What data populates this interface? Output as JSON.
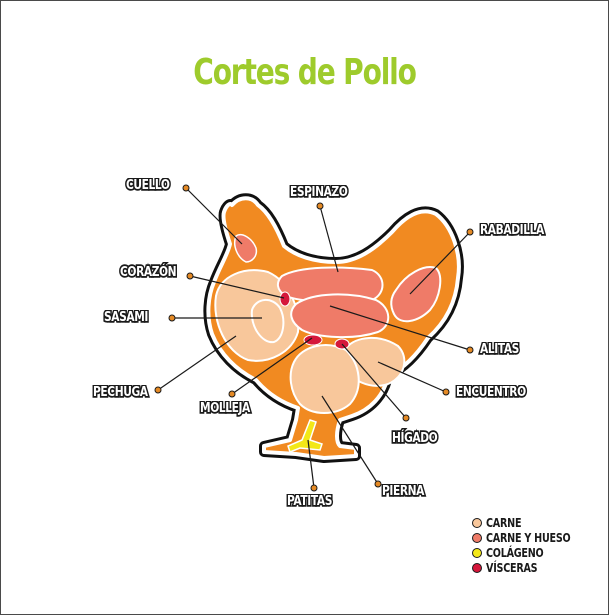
{
  "title": "Cortes de Pollo",
  "colors": {
    "title": "#9ecb2c",
    "body_orange": "#f18a21",
    "carne": "#f8c79b",
    "carne_y_hueso": "#ef7b68",
    "colageno": "#f3e818",
    "visceras": "#d5173b",
    "leader_dot": "#e58a25"
  },
  "labels": {
    "cuello": "CUELLO",
    "espinazo": "ESPINAZO",
    "rabadilla": "RABADILLA",
    "corazon": "CORAZÓN",
    "sasami": "SASAMI",
    "alitas": "ALITAS",
    "pechuga": "PECHUGA",
    "molleja": "MOLLEJA",
    "encuentro": "ENCUENTRO",
    "higado": "HÍGADO",
    "pierna": "PIERNA",
    "patitas": "PATITAS"
  },
  "legend": [
    {
      "label": "CARNE",
      "color": "#f8c79b"
    },
    {
      "label": "CARNE Y HUESO",
      "color": "#ef7b68"
    },
    {
      "label": "COLÁGENO",
      "color": "#f3e818"
    },
    {
      "label": "VÍSCERAS",
      "color": "#d5173b"
    }
  ]
}
